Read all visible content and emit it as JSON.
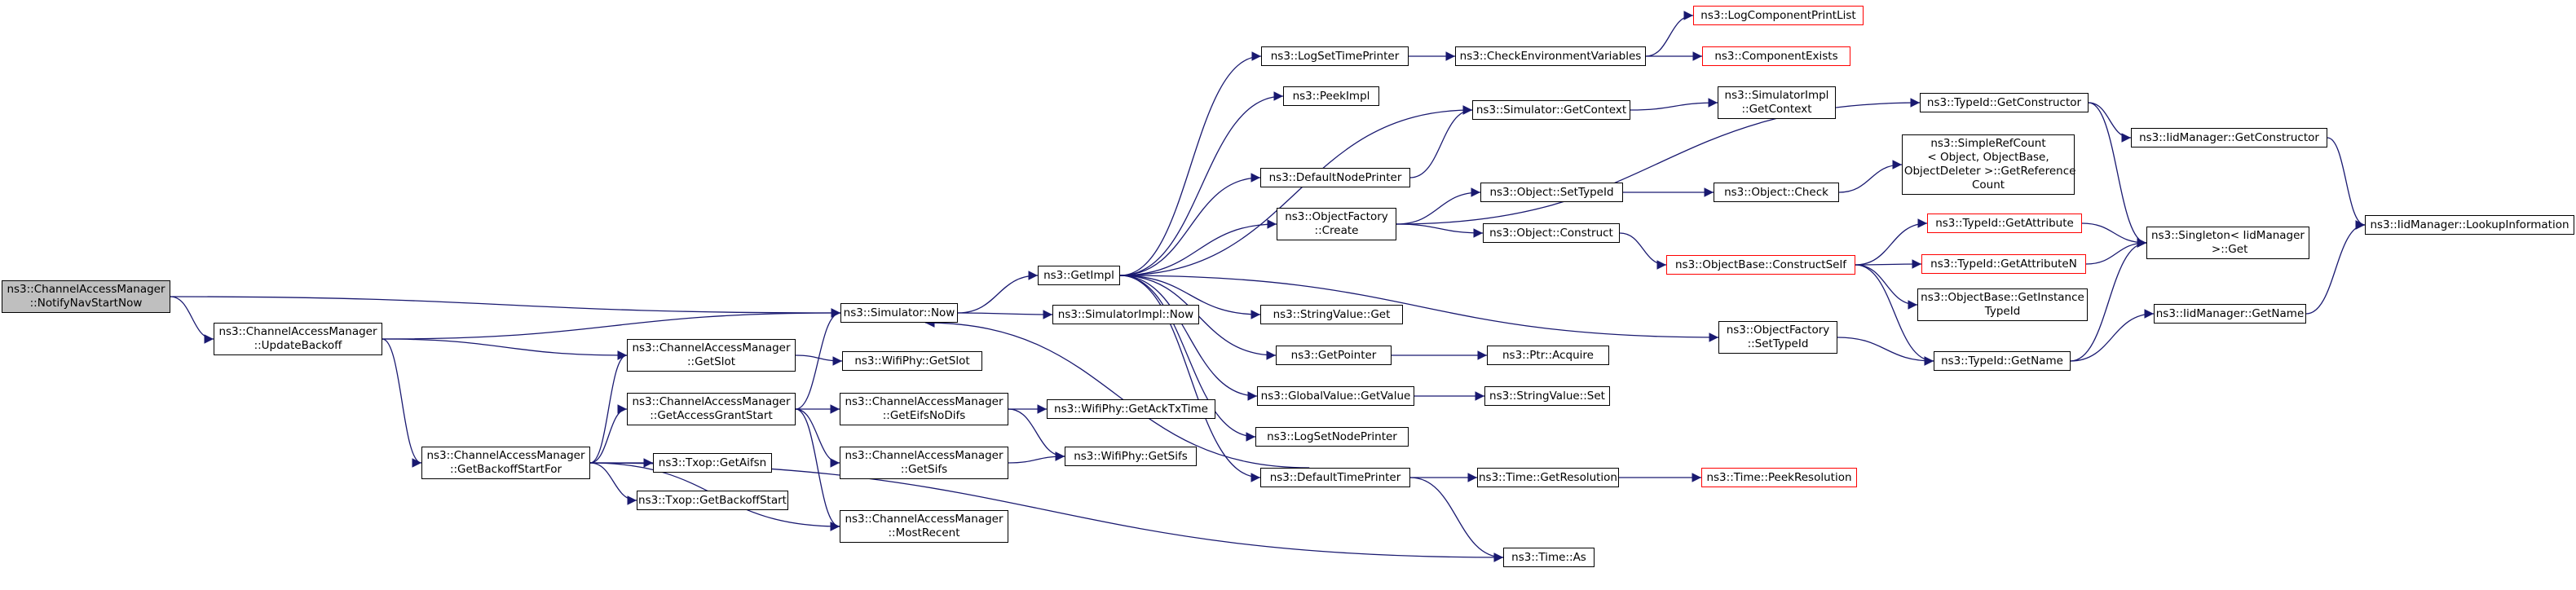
{
  "graph": {
    "nodes": [
      {
        "id": "n0",
        "text": "ns3::ChannelAccessManager\n::NotifyNavStartNow",
        "root": true
      },
      {
        "id": "n1",
        "text": "ns3::Simulator::Now"
      },
      {
        "id": "n2",
        "text": "ns3::ChannelAccessManager\n::UpdateBackoff"
      },
      {
        "id": "n3",
        "text": "ns3::GetImpl"
      },
      {
        "id": "n4",
        "text": "ns3::SimulatorImpl::Now"
      },
      {
        "id": "n5",
        "text": "ns3::LogSetTimePrinter"
      },
      {
        "id": "n6",
        "text": "ns3::PeekImpl"
      },
      {
        "id": "n7",
        "text": "ns3::DefaultNodePrinter"
      },
      {
        "id": "n8",
        "text": "ns3::ObjectFactory\n::Create"
      },
      {
        "id": "n9",
        "text": "ns3::StringValue::Get"
      },
      {
        "id": "n10",
        "text": "ns3::GetPointer"
      },
      {
        "id": "n11",
        "text": "ns3::GlobalValue::GetValue"
      },
      {
        "id": "n12",
        "text": "ns3::LogSetNodePrinter"
      },
      {
        "id": "n13",
        "text": "ns3::DefaultTimePrinter"
      },
      {
        "id": "n14",
        "text": "ns3::CheckEnvironmentVariables"
      },
      {
        "id": "n15",
        "text": "ns3::LogComponentPrintList",
        "red": true
      },
      {
        "id": "n16",
        "text": "ns3::ComponentExists",
        "red": true
      },
      {
        "id": "n17",
        "text": "ns3::Simulator::GetContext"
      },
      {
        "id": "n18",
        "text": "ns3::SimulatorImpl\n::GetContext"
      },
      {
        "id": "n19",
        "text": "ns3::TypeId::GetConstructor"
      },
      {
        "id": "n20",
        "text": "ns3::Object::SetTypeId"
      },
      {
        "id": "n21",
        "text": "ns3::Object::Check"
      },
      {
        "id": "n22",
        "text": "ns3::SimpleRefCount\n< Object, ObjectBase,\n ObjectDeleter >::GetReference\nCount"
      },
      {
        "id": "n23",
        "text": "ns3::Object::Construct"
      },
      {
        "id": "n24",
        "text": "ns3::ObjectBase::ConstructSelf",
        "red": true
      },
      {
        "id": "n25",
        "text": "ns3::TypeId::GetAttribute",
        "red": true
      },
      {
        "id": "n26",
        "text": "ns3::TypeId::GetAttributeN",
        "red": true
      },
      {
        "id": "n27",
        "text": "ns3::ObjectBase::GetInstance\nTypeId"
      },
      {
        "id": "n28",
        "text": "ns3::TypeId::GetName"
      },
      {
        "id": "n29",
        "text": "ns3::IidManager::GetConstructor"
      },
      {
        "id": "n30",
        "text": "ns3::Singleton< IidManager\n >::Get"
      },
      {
        "id": "n31",
        "text": "ns3::IidManager::LookupInformation"
      },
      {
        "id": "n32",
        "text": "ns3::IidManager::GetName"
      },
      {
        "id": "n33",
        "text": "ns3::ObjectFactory\n::SetTypeId"
      },
      {
        "id": "n34",
        "text": "ns3::Ptr::Acquire"
      },
      {
        "id": "n35",
        "text": "ns3::StringValue::Set"
      },
      {
        "id": "n36",
        "text": "ns3::Time::GetResolution"
      },
      {
        "id": "n37",
        "text": "ns3::Time::PeekResolution",
        "red": true
      },
      {
        "id": "n38",
        "text": "ns3::Time::As"
      },
      {
        "id": "n39",
        "text": "ns3::ChannelAccessManager\n::GetSlot"
      },
      {
        "id": "n40",
        "text": "ns3::WifiPhy::GetSlot"
      },
      {
        "id": "n41",
        "text": "ns3::ChannelAccessManager\n::GetAccessGrantStart"
      },
      {
        "id": "n42",
        "text": "ns3::ChannelAccessManager\n::GetEifsNoDifs"
      },
      {
        "id": "n43",
        "text": "ns3::WifiPhy::GetAckTxTime"
      },
      {
        "id": "n44",
        "text": "ns3::ChannelAccessManager\n::GetSifs"
      },
      {
        "id": "n45",
        "text": "ns3::WifiPhy::GetSifs"
      },
      {
        "id": "n46",
        "text": "ns3::ChannelAccessManager\n::MostRecent"
      },
      {
        "id": "n47",
        "text": "ns3::ChannelAccessManager\n::GetBackoffStartFor"
      },
      {
        "id": "n48",
        "text": "ns3::Txop::GetAifsn"
      },
      {
        "id": "n49",
        "text": "ns3::Txop::GetBackoffStart"
      }
    ],
    "edges": [
      [
        "n0",
        "n1"
      ],
      [
        "n0",
        "n2"
      ],
      [
        "n1",
        "n3"
      ],
      [
        "n1",
        "n4"
      ],
      [
        "n2",
        "n1"
      ],
      [
        "n2",
        "n39"
      ],
      [
        "n2",
        "n47"
      ],
      [
        "n3",
        "n5"
      ],
      [
        "n3",
        "n6"
      ],
      [
        "n3",
        "n7"
      ],
      [
        "n3",
        "n8"
      ],
      [
        "n3",
        "n9"
      ],
      [
        "n3",
        "n10"
      ],
      [
        "n3",
        "n11"
      ],
      [
        "n3",
        "n12"
      ],
      [
        "n3",
        "n13"
      ],
      [
        "n3",
        "n17"
      ],
      [
        "n3",
        "n33"
      ],
      [
        "n5",
        "n14"
      ],
      [
        "n14",
        "n15"
      ],
      [
        "n14",
        "n16"
      ],
      [
        "n7",
        "n17"
      ],
      [
        "n17",
        "n18"
      ],
      [
        "n8",
        "n19"
      ],
      [
        "n8",
        "n20"
      ],
      [
        "n8",
        "n23"
      ],
      [
        "n20",
        "n21"
      ],
      [
        "n21",
        "n22"
      ],
      [
        "n23",
        "n24"
      ],
      [
        "n24",
        "n25"
      ],
      [
        "n24",
        "n26"
      ],
      [
        "n24",
        "n27"
      ],
      [
        "n24",
        "n28"
      ],
      [
        "n25",
        "n30"
      ],
      [
        "n26",
        "n30"
      ],
      [
        "n19",
        "n29"
      ],
      [
        "n19",
        "n30"
      ],
      [
        "n29",
        "n31"
      ],
      [
        "n28",
        "n30"
      ],
      [
        "n28",
        "n32"
      ],
      [
        "n32",
        "n31"
      ],
      [
        "n33",
        "n28"
      ],
      [
        "n10",
        "n34"
      ],
      [
        "n11",
        "n35"
      ],
      [
        "n13",
        "n36"
      ],
      [
        "n13",
        "n38"
      ],
      [
        "n36",
        "n37"
      ],
      [
        "n13",
        "n1"
      ],
      [
        "n39",
        "n40"
      ],
      [
        "n41",
        "n1"
      ],
      [
        "n41",
        "n42"
      ],
      [
        "n41",
        "n44"
      ],
      [
        "n41",
        "n46"
      ],
      [
        "n42",
        "n43"
      ],
      [
        "n42",
        "n45"
      ],
      [
        "n44",
        "n45"
      ],
      [
        "n47",
        "n39"
      ],
      [
        "n47",
        "n41"
      ],
      [
        "n47",
        "n48"
      ],
      [
        "n47",
        "n49"
      ],
      [
        "n47",
        "n46"
      ],
      [
        "n47",
        "n38"
      ]
    ]
  }
}
